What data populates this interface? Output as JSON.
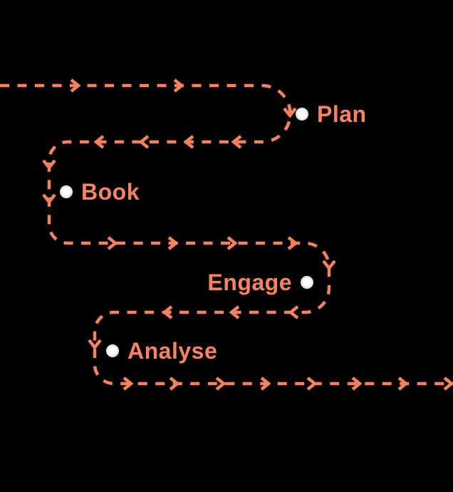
{
  "diagram": {
    "name": "customer-journey-path",
    "background_color": "#000000",
    "path_color": "#F6815C",
    "path_style": "dashed-with-arrowheads",
    "label_color": "#F9835E",
    "dot_fill_color": "#FFFFFF",
    "dot_ring_color": "#E7E7E7",
    "steps": [
      {
        "label": "Plan",
        "dot_side": "left"
      },
      {
        "label": "Book",
        "dot_side": "left"
      },
      {
        "label": "Engage",
        "dot_side": "right"
      },
      {
        "label": "Analyse",
        "dot_side": "left"
      }
    ]
  }
}
